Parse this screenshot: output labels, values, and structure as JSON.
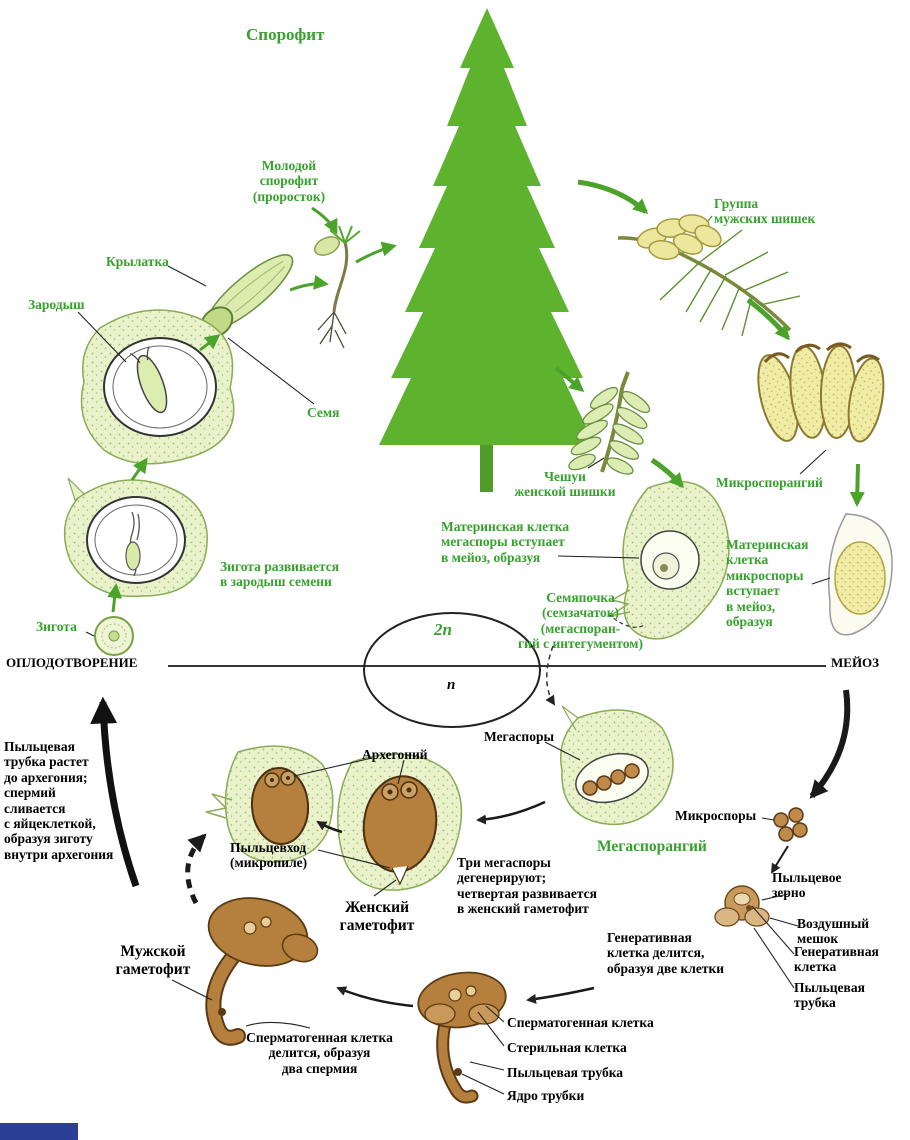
{
  "diagram": {
    "ploidy": {
      "diploid": "2n",
      "haploid": "n"
    },
    "colors": {
      "green_text": "#36a22d",
      "tree_green": "#5eb32e",
      "arrow_green": "#4ba32a",
      "light_green_fill": "#e9f2cb",
      "yellow_fill": "#f0eca6",
      "brown_fill": "#b5803d",
      "blue_bar": "#2b3f99"
    },
    "labels": {
      "sporophyte": "Спорофит",
      "young_sporophyte": "Молодой\nспорофит\n(проросток)",
      "samara": "Крылатка",
      "embryo": "Зародыш",
      "seed": "Семя",
      "male_cones_group": "Группа\nмужских шишек",
      "female_cone_scales": "Чешуи\nженской шишки",
      "microsporangium": "Микроспорангий",
      "megaspore_mother_cell": "Материнская клетка\nмегаспоры вступает\nв мейоз, образуя",
      "ovule": "Семяпочка\n(семзачаток)\n(мегаспоран-\nгий с интегументом)",
      "microspore_mother_cell": "Материнская\nклетка\nмикроспоры\nвступает\nв мейоз,\nобразуя",
      "meiosis": "МЕЙОЗ",
      "fertilization": "ОПЛОДОТВОРЕНИЕ",
      "zygote_develops": "Зигота развивается\nв зародыш семени",
      "zygote": "Зигота",
      "megaspores": "Мегаспоры",
      "archegonium": "Архегоний",
      "microspores": "Микроспоры",
      "megasporangium": "Мегаспорангий",
      "pollen_tube_grows": "Пыльцевая\nтрубка растет\nдо архегония;\nспермий\nсливается\nс яйцеклеткой,\nобразуя зиготу\nвнутри архегония",
      "micropyle": "Пыльцевход\n(микропиле)",
      "female_gametophyte": "Женский\nгаметофит",
      "three_megaspores": "Три мегаспоры\nдегенерируют;\nчетвертая развивается\nв женский гаметофит",
      "pollen_grain": "Пыльцевое\nзерно",
      "air_sac": "Воздушный\nмешок",
      "generative_cell": "Генеративная\nклетка",
      "pollen_tube_small": "Пыльцевая\nтрубка",
      "generative_cell_divides": "Генеративная\nклетка делится,\nобразуя две клетки",
      "male_gametophyte": "Мужской\nгаметофит",
      "spermatogenic_cell": "Сперматогенная клетка",
      "sterile_cell": "Стерильная клетка",
      "pollen_tube": "Пыльцевая трубка",
      "tube_nucleus": "Ядро трубки",
      "spermatogenic_divides": "Сперматогенная клетка\nделится, образуя\nдва спермия"
    }
  }
}
